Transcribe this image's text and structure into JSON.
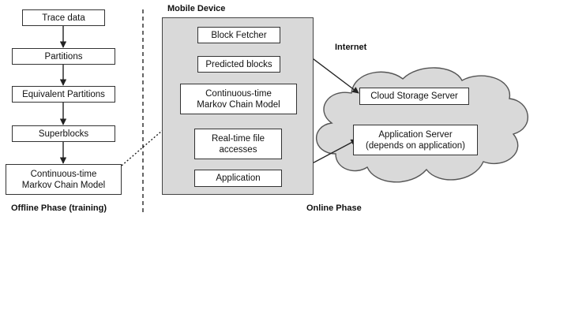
{
  "offline": {
    "nodes": [
      "Trace data",
      "Partitions",
      "Equivalent Partitions",
      "Superblocks",
      "Continuous-time\nMarkov Chain Model"
    ],
    "phase_label": "Offline Phase (training)"
  },
  "mobile": {
    "title": "Mobile Device",
    "nodes": [
      "Block Fetcher",
      "Predicted blocks",
      "Continuous-time\nMarkov Chain Model",
      "Real-time file\naccesses",
      "Application"
    ]
  },
  "internet": {
    "title": "Internet",
    "nodes": [
      "Cloud Storage Server",
      "Application Server\n(depends on application)"
    ]
  },
  "online": {
    "phase_label": "Online Phase"
  }
}
